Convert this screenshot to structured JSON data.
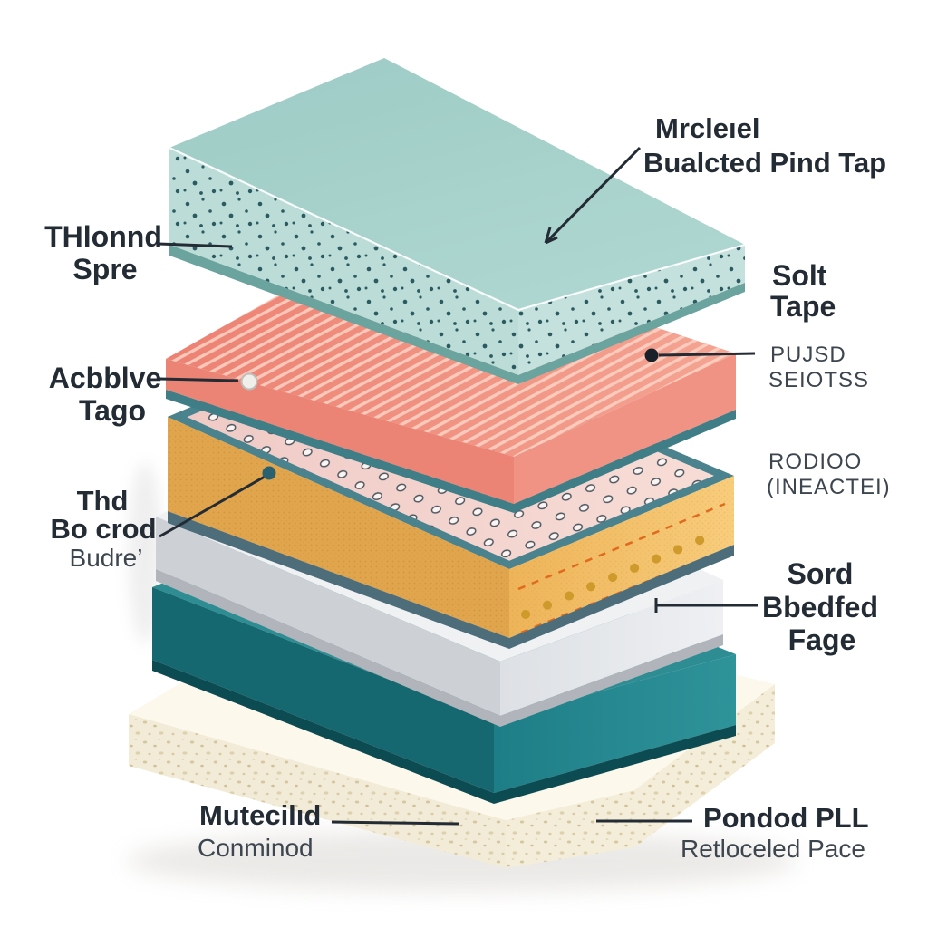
{
  "diagram": {
    "type": "exploded-layer-illustration",
    "background": "#ffffff",
    "text_colors": {
      "primary": "#232b34",
      "secondary": "#3d464f"
    },
    "leader_color": "#232b34",
    "leader_dots": {
      "acbblve": "#f1efec",
      "pujsd": "#1a2128",
      "thd": "#2a6170"
    },
    "labels": {
      "top_cover": {
        "line1": "Mrcleıel",
        "line2": "Bualcted Pind Tap"
      },
      "soft_tape": {
        "line1": "Solt",
        "line2": "Tape"
      },
      "pujsd": {
        "line1": "PUJSD",
        "line2": "SEIOTSS"
      },
      "rodioo": {
        "line1": "RODIOO",
        "line2": "(INEACTEI)"
      },
      "sord": {
        "line1": "Sord",
        "line2": "Bbedfed",
        "line3": "Fage"
      },
      "thlonnd": {
        "line1": "THlonnd",
        "line2": "Spre"
      },
      "acbblve": {
        "line1": "Acbblve",
        "line2": "Tago"
      },
      "thd": {
        "line1": "Thd",
        "line2": "Bo crod",
        "line3": "Budre’"
      },
      "mutecilud": {
        "line1": "Mutecilıd",
        "line2": "Conminod"
      },
      "pondod": {
        "line1": "Pondod PLL",
        "line2": "Retloceled Pace"
      }
    },
    "layers": [
      {
        "name": "top cover",
        "top": "#a7d2cc",
        "side": "#bcdcd8",
        "edge": "#6ba39e"
      },
      {
        "name": "comfort layer",
        "top": "#ef9081",
        "side": "#eb8475",
        "edge": "#3f7d87"
      },
      {
        "name": "quilted layer",
        "top": "#f2cfca",
        "side": "#e0a54d",
        "edge": "#4a828e",
        "border": "#4d6d7b"
      },
      {
        "name": "transition foam",
        "top": "#f0f1f3",
        "side": "#cdd1d6",
        "edge": "#b1b5bb"
      },
      {
        "name": "support core",
        "top": "#2d8d93",
        "side": "#15686f",
        "edge": "#0d4b53"
      },
      {
        "name": "base foam",
        "top": "#fcf8ec",
        "side": "#f2ebd8",
        "edge": "#d9cda9"
      }
    ]
  }
}
